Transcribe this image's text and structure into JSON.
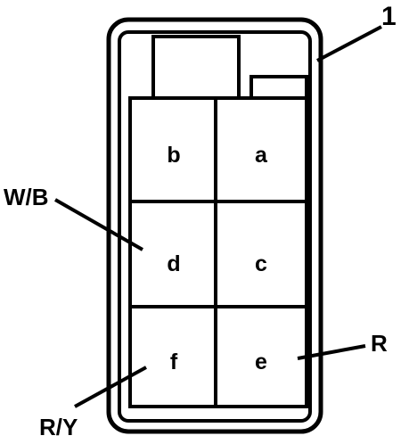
{
  "callout_number": "1",
  "terminals": {
    "a": "a",
    "b": "b",
    "c": "c",
    "d": "d",
    "e": "e",
    "f": "f"
  },
  "wire_colors": {
    "wb": "W/B",
    "r": "R",
    "ry": "R/Y"
  }
}
